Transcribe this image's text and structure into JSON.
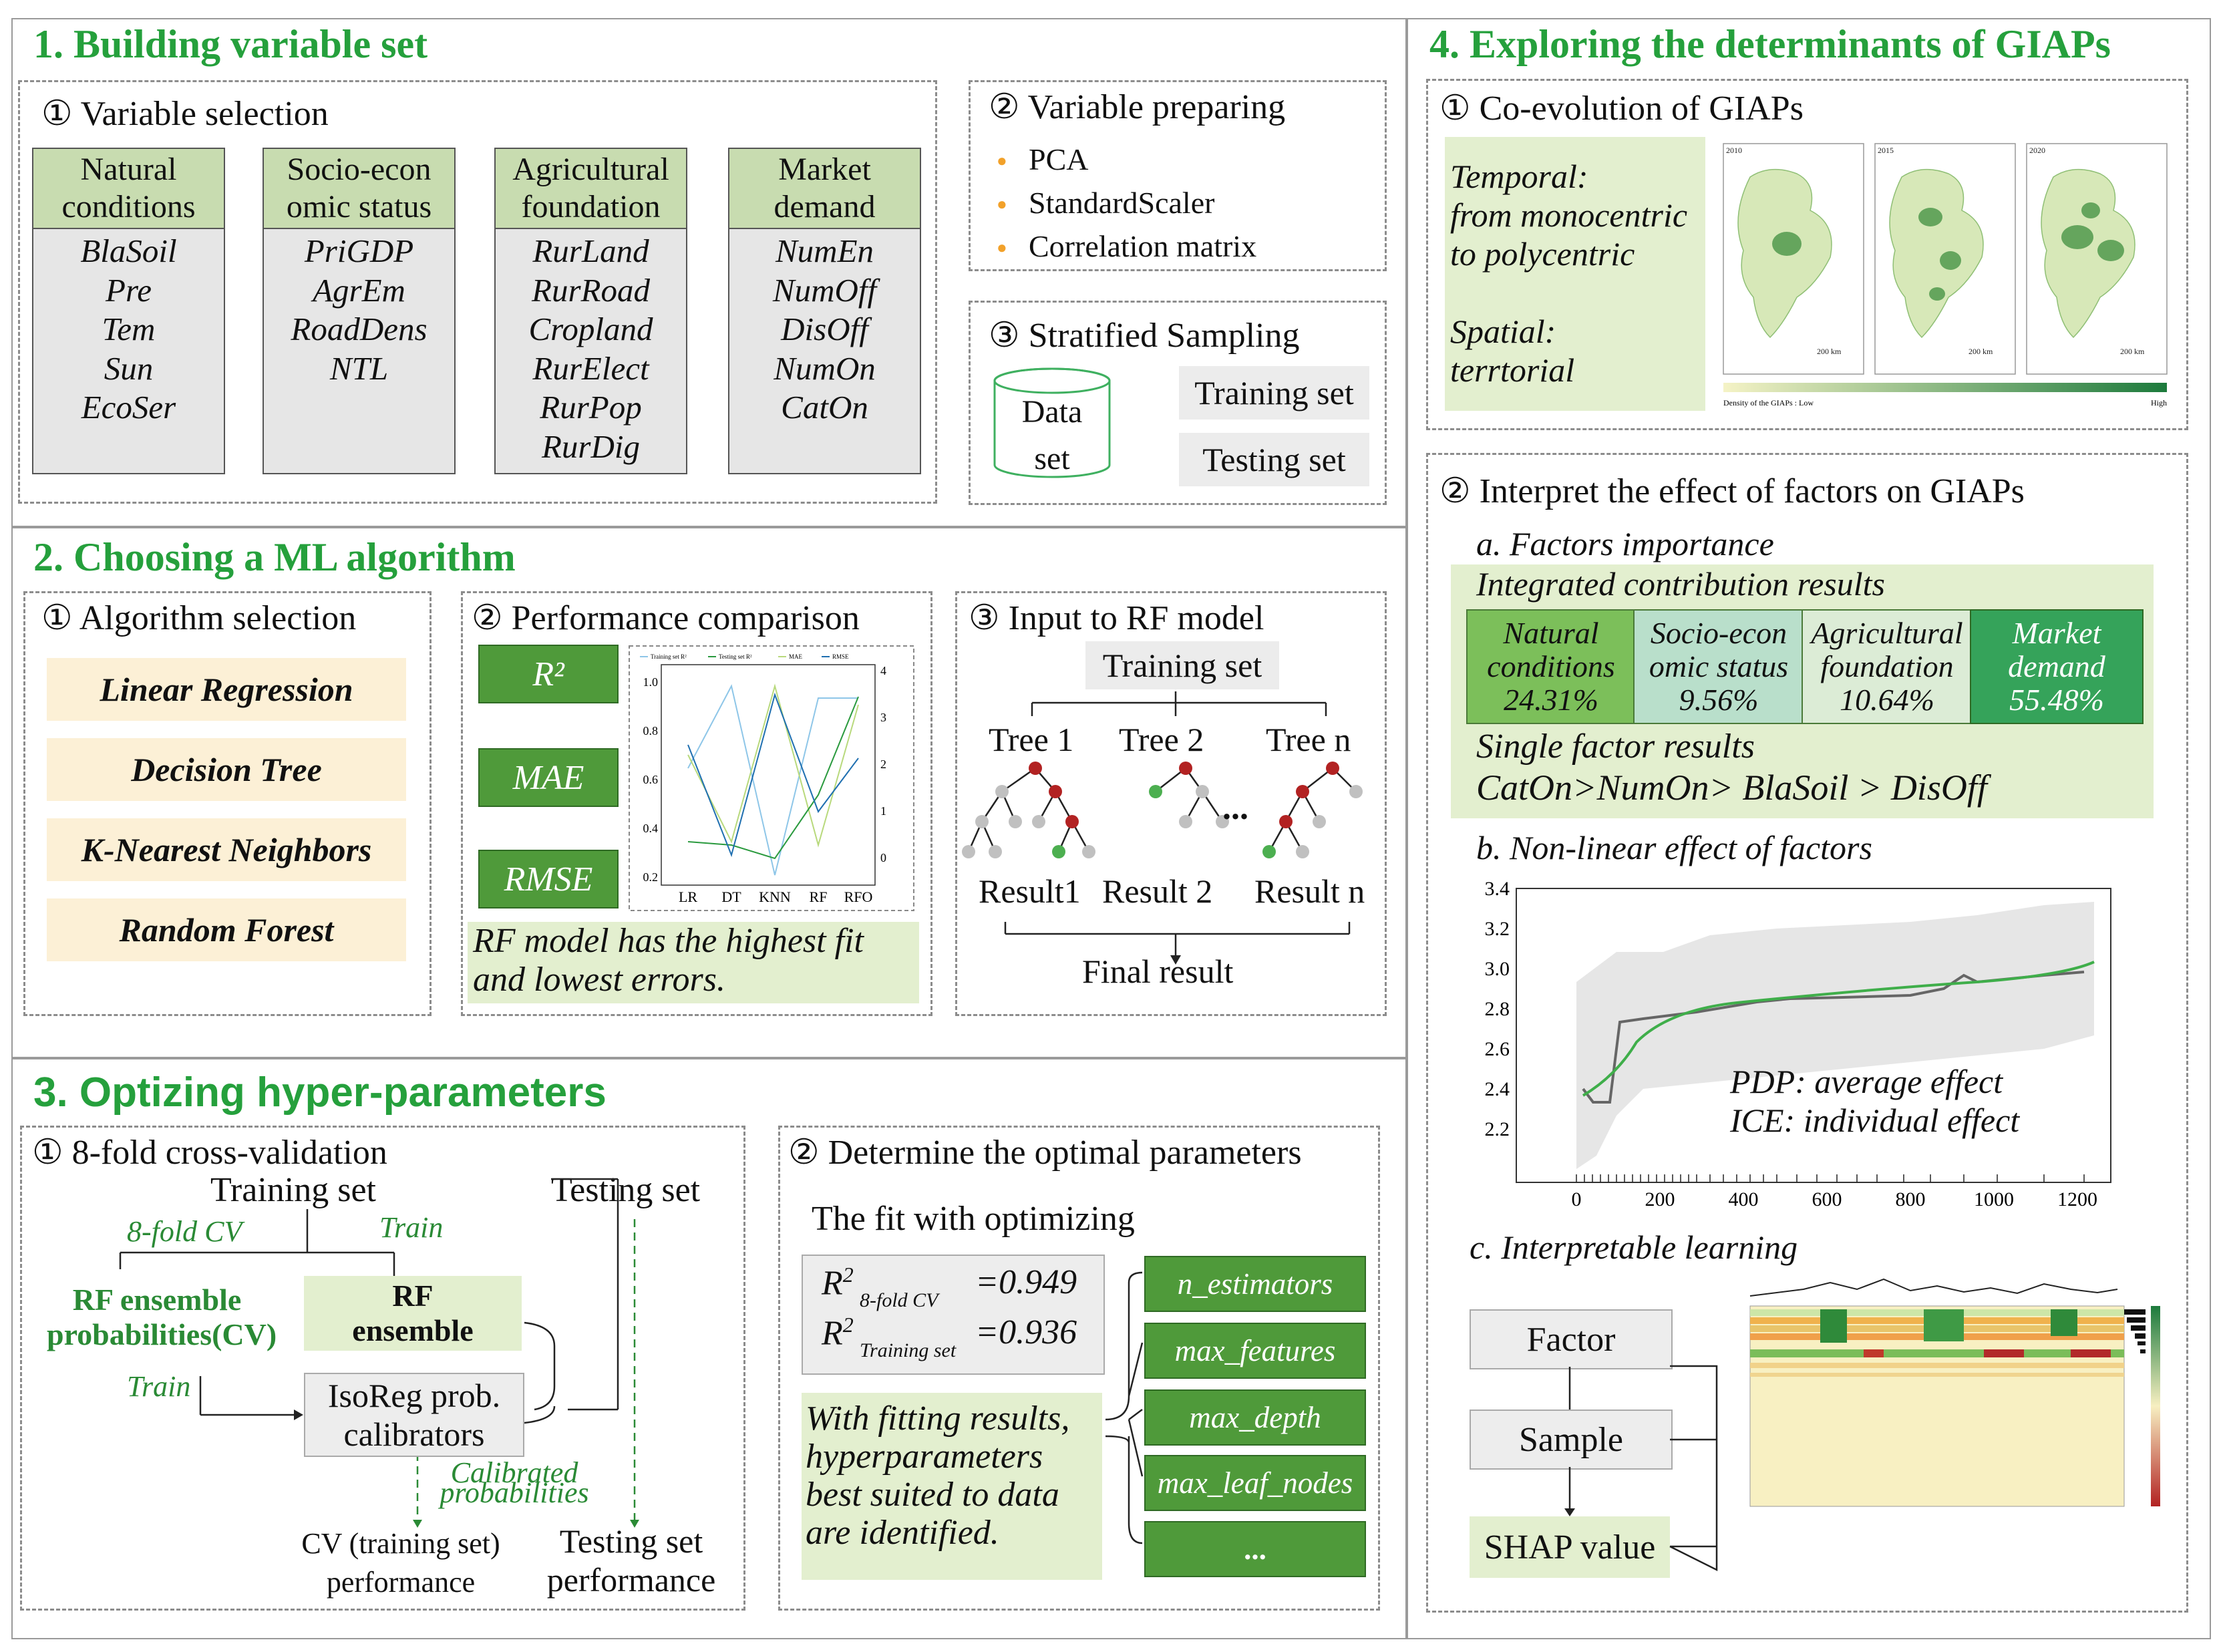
{
  "s1": {
    "title": "1. Building variable set",
    "var_selection": "① Variable selection",
    "groups": [
      {
        "head_l1": "Natural",
        "head_l2": "conditions",
        "items": [
          "BlaSoil",
          "Pre",
          "Tem",
          "Sun",
          "EcoSer"
        ]
      },
      {
        "head_l1": "Socio-econ",
        "head_l2": "omic status",
        "items": [
          "PriGDP",
          "AgrEm",
          "RoadDens",
          "NTL"
        ]
      },
      {
        "head_l1": "Agricultural",
        "head_l2": "foundation",
        "items": [
          "RurLand",
          "RurRoad",
          "Cropland",
          "RurElect",
          "RurPop",
          "RurDig"
        ]
      },
      {
        "head_l1": "Market",
        "head_l2": "demand",
        "items": [
          "NumEn",
          "NumOff",
          "DisOff",
          "NumOn",
          "CatOn"
        ]
      }
    ],
    "var_preparing": "② Variable preparing",
    "prep_items": [
      "PCA",
      "StandardScaler",
      "Correlation matrix"
    ],
    "stratified": "③ Stratified Sampling",
    "data_set_l1": "Data",
    "data_set_l2": "set",
    "training_set": "Training set",
    "testing_set": "Testing set"
  },
  "s2": {
    "title": "2. Choosing a ML algorithm",
    "algo_selection": "① Algorithm selection",
    "algorithms": [
      "Linear Regression",
      "Decision Tree",
      "K-Nearest Neighbors",
      "Random Forest"
    ],
    "perf_comparison": "② Performance comparison",
    "metrics": [
      "R²",
      "MAE",
      "RMSE"
    ],
    "legend": [
      "Training set R²",
      "Testing set R²",
      "MAE",
      "RMSE"
    ],
    "x_labels": [
      "LR",
      "DT",
      "KNN",
      "RF",
      "RFO"
    ],
    "y_left_ticks": [
      "1.0",
      "0.8",
      "0.6",
      "0.4",
      "0.2"
    ],
    "y_right_ticks": [
      "4",
      "3",
      "2",
      "1",
      "0"
    ],
    "conclusion_l1": "RF model has the highest fit",
    "conclusion_l2": "and lowest errors.",
    "input_rf": "③ Input to RF model",
    "training_set": "Training set",
    "tree_labels": [
      "Tree 1",
      "Tree 2",
      "Tree n"
    ],
    "result_labels": [
      "Result1",
      "Result 2",
      "Result n"
    ],
    "ellipsis": "...",
    "final_result": "Final result"
  },
  "s3": {
    "title": "3. Optizing hyper-parameters",
    "cv_title": "① 8-fold cross-validation",
    "training_set": "Training set",
    "testing_set": "Testing set",
    "cv_label": "8-fold CV",
    "train_label": "Train",
    "train_label2": "Train",
    "rf_ens_prob_l1": "RF ensemble",
    "rf_ens_prob_l2": "probabilities(CV)",
    "rf_ens_l1": "RF",
    "rf_ens_l2": "ensemble",
    "isoreg_l1": "IsoReg prob.",
    "isoreg_l2": "calibrators",
    "calibrated_l1": "Calibrated",
    "calibrated_l2": "probabilities",
    "cv_perf_l1": "CV (training set)",
    "cv_perf_l2": "performance",
    "test_perf_l1": "Testing set",
    "test_perf_l2": "performance",
    "optimal_title": "② Determine the optimal parameters",
    "fit_title": "The fit with optimizing",
    "r2_cv_sub": "8-fold CV",
    "r2_cv_val": "=0.949",
    "r2_train_sub": "Training set",
    "r2_train_val": "=0.936",
    "note_lines": [
      "With fitting results,",
      "hyperparameters",
      "best suited to data",
      " are identified."
    ],
    "hyperparams": [
      "n_estimators",
      "max_features",
      "max_depth",
      "max_leaf_nodes",
      "..."
    ]
  },
  "s4": {
    "title": "4. Exploring the determinants of GIAPs",
    "coevolution": "① Co-evolution of GIAPs",
    "temporal_l1": "Temporal:",
    "temporal_l2": "from monocentric",
    "temporal_l3": "to polycentric",
    "spatial_l1": "Spatial:",
    "spatial_l2": "terrtorial",
    "map_years": [
      "2010",
      "2015",
      "2020"
    ],
    "map_scale": "200 km",
    "map_legend_low": "Density of the GIAPs : Low",
    "map_legend_high": "High",
    "interpret_title": "② Interpret the effect of factors on GIAPs",
    "factors_importance": "a. Factors importance",
    "integrated": "Integrated contribution results",
    "contrib": [
      {
        "l1": "Natural",
        "l2": "conditions",
        "pct": "24.31%"
      },
      {
        "l1": "Socio-econ",
        "l2": "omic status",
        "pct": "9.56%"
      },
      {
        "l1": "Agricultural",
        "l2": "foundation",
        "pct": "10.64%"
      },
      {
        "l1": "Market",
        "l2": "demand",
        "pct": "55.48%"
      }
    ],
    "single_factor": "Single factor results",
    "single_factor_order": "CatOn>NumOn> BlaSoil > DisOff",
    "nonlinear": "b. Non-linear effect of factors",
    "pdp_y_ticks": [
      "3.4",
      "3.2",
      "3.0",
      "2.8",
      "2.6",
      "2.4",
      "2.2"
    ],
    "pdp_x_ticks": [
      "0",
      "200",
      "400",
      "600",
      "800",
      "1000",
      "1200"
    ],
    "pdp_note1": "PDP: average effect",
    "pdp_note2": "ICE: individual effect",
    "interpretable": "c. Interpretable learning",
    "flow": [
      "Factor",
      "Sample",
      "SHAP value"
    ]
  },
  "colors": {
    "title_green": "#25a03c",
    "header_green": "#c8dcb0",
    "metric_green": "#4f9a3a",
    "light_green": "#e3efcf",
    "algo_cream": "#fcf0d6",
    "bullet_orange": "#f2a12a"
  }
}
